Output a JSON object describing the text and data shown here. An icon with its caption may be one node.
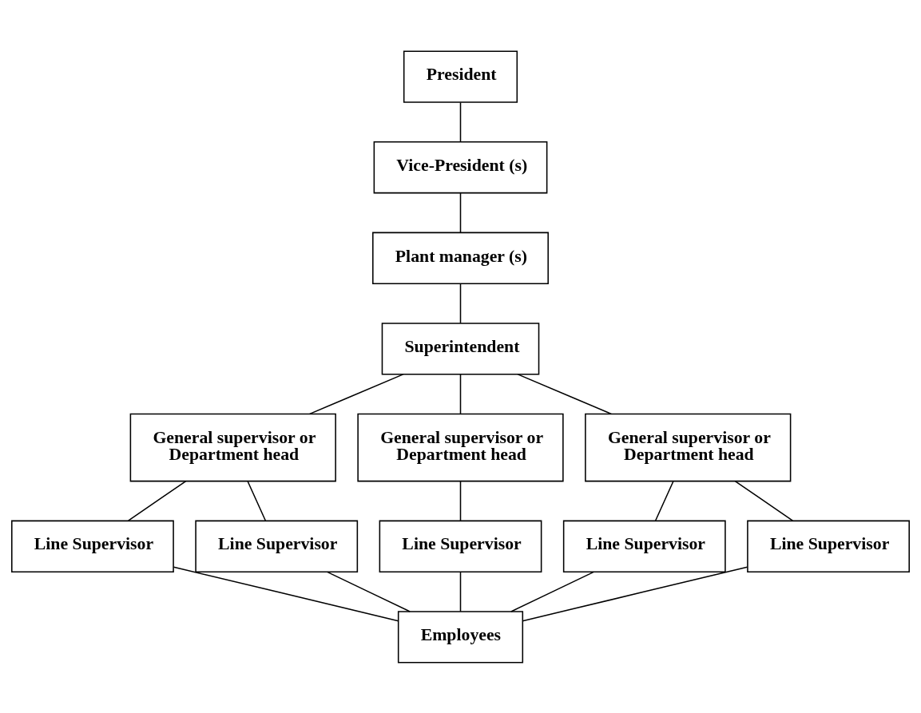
{
  "diagram": {
    "nodes": [
      {
        "text": [
          "President"
        ]
      },
      {
        "text": [
          "Vice-President (s)"
        ]
      },
      {
        "text": [
          "Plant manager (s)"
        ]
      },
      {
        "text": [
          "Superintendent"
        ]
      },
      {
        "text": [
          "General supervisor or Department head"
        ]
      },
      {
        "text": [
          "General supervisor or Department head"
        ]
      },
      {
        "text": [
          "General supervisor or Department head"
        ]
      },
      {
        "text": [
          "Line Supervisor"
        ]
      },
      {
        "text": [
          "Line Supervisor"
        ]
      },
      {
        "text": [
          "Line Supervisor"
        ]
      },
      {
        "text": [
          "Line Supervisor"
        ]
      },
      {
        "text": [
          "Line Supervisor"
        ]
      },
      {
        "text": [
          "Employees"
        ]
      }
    ],
    "edges": [
      {
        "from": 0,
        "to": 1,
        "arrow": "none"
      },
      {
        "from": 1,
        "to": 2,
        "arrow": "none"
      },
      {
        "from": 2,
        "to": 3,
        "arrow": "none"
      },
      {
        "from": 3,
        "to": 4,
        "arrow": "none"
      },
      {
        "from": 3,
        "to": 5,
        "arrow": "none"
      },
      {
        "from": 3,
        "to": 6,
        "arrow": "none"
      },
      {
        "from": 4,
        "to": 7,
        "arrow": "none"
      },
      {
        "from": 4,
        "to": 8,
        "arrow": "none"
      },
      {
        "from": 5,
        "to": 9,
        "arrow": "none"
      },
      {
        "from": 6,
        "to": 10,
        "arrow": "none"
      },
      {
        "from": 6,
        "to": 11,
        "arrow": "none"
      },
      {
        "from": 7,
        "to": 12,
        "arrow": "none"
      },
      {
        "from": 8,
        "to": 12,
        "arrow": "none"
      },
      {
        "from": 9,
        "to": 12,
        "arrow": "none"
      },
      {
        "from": 10,
        "to": 12,
        "arrow": "none"
      },
      {
        "from": 11,
        "to": 12,
        "arrow": "none"
      }
    ]
  }
}
